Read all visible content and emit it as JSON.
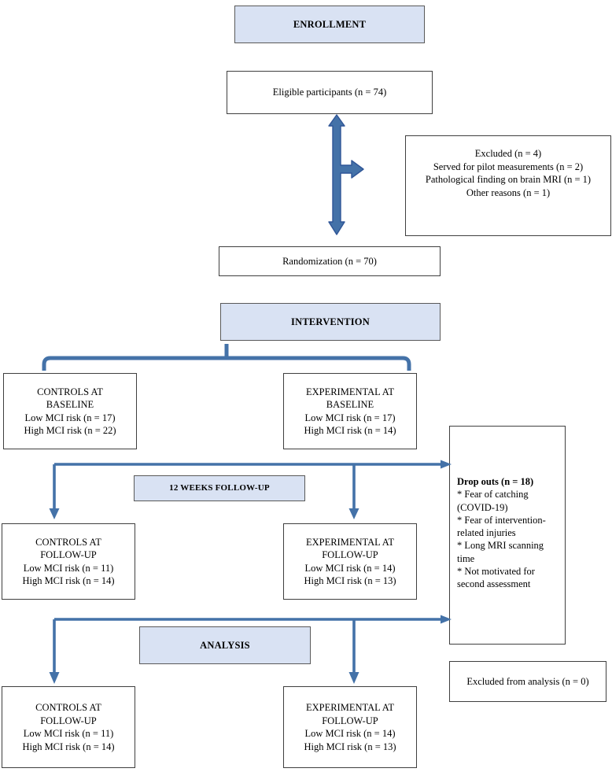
{
  "diagram": {
    "title": "CONSORT participant flow diagram",
    "accent_color": "#4472a8",
    "header_fill": "#d9e2f3",
    "box_border": "#4d4d4d"
  },
  "sections": {
    "enrollment": "ENROLLMENT",
    "intervention": "INTERVENTION",
    "follow_up": "12 WEEKS FOLLOW-UP",
    "analysis": "ANALYSIS"
  },
  "nodes": {
    "eligible": "Eligible participants (n = 74)",
    "randomization": "Randomization (n = 70)",
    "excluded_from_analysis": "Excluded from analysis (n = 0)"
  },
  "excluded": {
    "title": "Excluded  (n = 4)",
    "reasons": [
      "Served for pilot measurements (n = 2)",
      "Pathological finding on brain MRI (n = 1)",
      "Other reasons (n = 1)"
    ]
  },
  "dropouts": {
    "title": "Drop outs (n = 18)",
    "reasons": [
      "* Fear of catching (COVID-19)",
      "* Fear of intervention-related injuries",
      "* Long MRI scanning time",
      "* Not motivated for second assessment"
    ]
  },
  "groups": {
    "controls_baseline": {
      "title_line1": "CONTROLS AT",
      "title_line2": "BASELINE",
      "low": "Low MCI risk (n = 17)",
      "high": "High MCI risk (n = 22)"
    },
    "experimental_baseline": {
      "title_line1": "EXPERIMENTAL AT",
      "title_line2": "BASELINE",
      "low": "Low MCI risk (n = 17)",
      "high": "High MCI risk (n = 14)"
    },
    "controls_followup": {
      "title_line1": "CONTROLS AT",
      "title_line2": "FOLLOW-UP",
      "low": "Low MCI risk (n = 11)",
      "high": "High MCI risk (n = 14)"
    },
    "experimental_followup": {
      "title_line1": "EXPERIMENTAL AT",
      "title_line2": "FOLLOW-UP",
      "low": "Low MCI risk (n = 14)",
      "high": "High MCI risk (n = 13)"
    },
    "controls_analysis": {
      "title_line1": "CONTROLS AT",
      "title_line2": "FOLLOW-UP",
      "low": "Low MCI risk (n = 11)",
      "high": "High MCI risk (n = 14)"
    },
    "experimental_analysis": {
      "title_line1": "EXPERIMENTAL AT",
      "title_line2": "FOLLOW-UP",
      "low": "Low MCI risk (n = 14)",
      "high": "High MCI risk (n = 13)"
    }
  }
}
